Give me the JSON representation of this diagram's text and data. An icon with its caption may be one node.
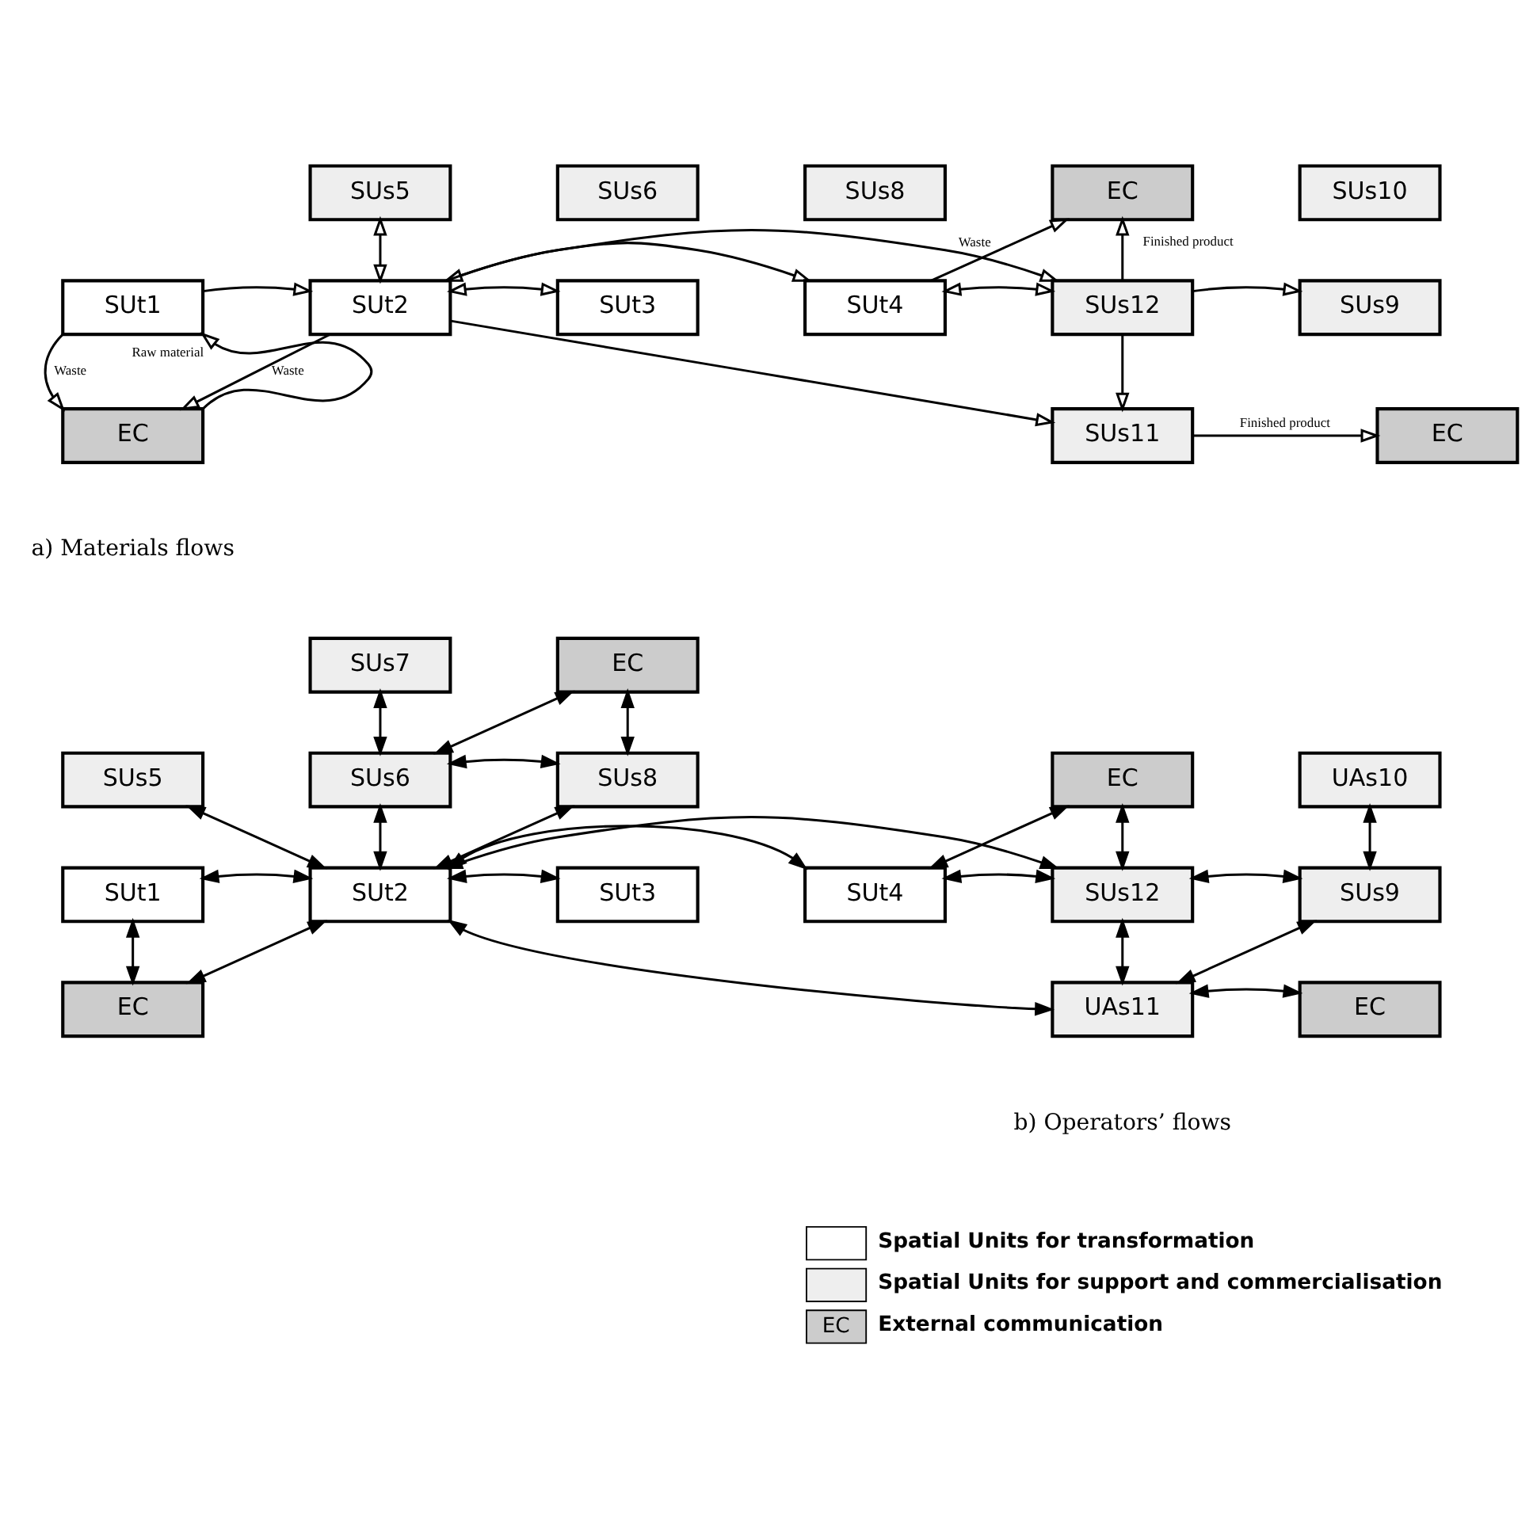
{
  "diagram": {
    "nodes": [
      {
        "text": [
          "SUs5"
        ]
      },
      {
        "text": [
          "SUs6"
        ]
      },
      {
        "text": [
          "SUs8"
        ]
      },
      {
        "text": [
          "EC"
        ]
      },
      {
        "text": [
          "SUs10"
        ]
      },
      {
        "text": [
          "SUt1"
        ]
      },
      {
        "text": [
          "SUt2"
        ]
      },
      {
        "text": [
          "SUt3"
        ]
      },
      {
        "text": [
          "SUt4"
        ]
      },
      {
        "text": [
          "SUs12"
        ]
      },
      {
        "text": [
          "SUs9"
        ]
      },
      {
        "text": [
          "EC"
        ]
      },
      {
        "text": [
          "SUs11"
        ]
      },
      {
        "text": [
          "EC"
        ]
      },
      {
        "text": [
          "SUs7"
        ]
      },
      {
        "text": [
          "EC"
        ]
      },
      {
        "text": [
          "SUs5"
        ]
      },
      {
        "text": [
          "SUs6"
        ]
      },
      {
        "text": [
          "SUs8"
        ]
      },
      {
        "text": [
          "EC"
        ]
      },
      {
        "text": [
          "UAs10"
        ]
      },
      {
        "text": [
          "SUt1"
        ]
      },
      {
        "text": [
          "SUt2"
        ]
      },
      {
        "text": [
          "SUt3"
        ]
      },
      {
        "text": [
          "SUt4"
        ]
      },
      {
        "text": [
          "SUs12"
        ]
      },
      {
        "text": [
          "SUs9"
        ]
      },
      {
        "text": [
          "EC"
        ]
      },
      {
        "text": [
          "UAs11"
        ]
      },
      {
        "text": [
          "EC"
        ]
      }
    ],
    "edges": [
      {
        "from": 0,
        "to": 6,
        "arrow": "both"
      },
      {
        "from": 5,
        "to": 6,
        "arrow": "to"
      },
      {
        "from": 6,
        "to": 7,
        "arrow": "both"
      },
      {
        "from": 6,
        "to": 8,
        "arrow": "both"
      },
      {
        "from": 6,
        "to": 9,
        "arrow": "to"
      },
      {
        "from": 6,
        "to": 12,
        "arrow": "to"
      },
      {
        "from": 11,
        "to": 5,
        "arrow": "to",
        "label": "Raw material"
      },
      {
        "from": 5,
        "to": 11,
        "arrow": "to",
        "label": "Waste"
      },
      {
        "from": 6,
        "to": 11,
        "arrow": "to",
        "label": "Waste"
      },
      {
        "from": 8,
        "to": 3,
        "arrow": "to",
        "label": "Waste"
      },
      {
        "from": 8,
        "to": 9,
        "arrow": "both"
      },
      {
        "from": 9,
        "to": 3,
        "arrow": "to",
        "label": "Finished product"
      },
      {
        "from": 9,
        "to": 10,
        "arrow": "to"
      },
      {
        "from": 9,
        "to": 12,
        "arrow": "to"
      },
      {
        "from": 12,
        "to": 13,
        "arrow": "to",
        "label": "Finished product"
      },
      {
        "from": 14,
        "to": 17,
        "arrow": "both"
      },
      {
        "from": 15,
        "to": 17,
        "arrow": "both"
      },
      {
        "from": 15,
        "to": 18,
        "arrow": "both"
      },
      {
        "from": 17,
        "to": 18,
        "arrow": "both"
      },
      {
        "from": 16,
        "to": 22,
        "arrow": "both"
      },
      {
        "from": 17,
        "to": 22,
        "arrow": "both"
      },
      {
        "from": 18,
        "to": 22,
        "arrow": "both"
      },
      {
        "from": 21,
        "to": 22,
        "arrow": "both"
      },
      {
        "from": 22,
        "to": 23,
        "arrow": "both"
      },
      {
        "from": 21,
        "to": 27,
        "arrow": "both"
      },
      {
        "from": 22,
        "to": 27,
        "arrow": "both"
      },
      {
        "from": 22,
        "to": 24,
        "arrow": "both"
      },
      {
        "from": 22,
        "to": 25,
        "arrow": "both"
      },
      {
        "from": 22,
        "to": 28,
        "arrow": "both"
      },
      {
        "from": 19,
        "to": 24,
        "arrow": "both"
      },
      {
        "from": 19,
        "to": 25,
        "arrow": "both"
      },
      {
        "from": 24,
        "to": 25,
        "arrow": "both"
      },
      {
        "from": 20,
        "to": 26,
        "arrow": "both"
      },
      {
        "from": 25,
        "to": 26,
        "arrow": "both"
      },
      {
        "from": 25,
        "to": 28,
        "arrow": "both"
      },
      {
        "from": 26,
        "to": 28,
        "arrow": "both"
      },
      {
        "from": 28,
        "to": 29,
        "arrow": "both"
      }
    ],
    "labels": [
      "a) Materials flows",
      "b) Operators’ flows",
      "EC"
    ],
    "legend": [
      {
        "text": "Spatial Units for transformation",
        "color": "#ffffff"
      },
      {
        "text": "Spatial Units for support and commercialisation",
        "color": "#eeeeee"
      },
      {
        "text": "External communication",
        "color": "#cccccc"
      }
    ]
  }
}
